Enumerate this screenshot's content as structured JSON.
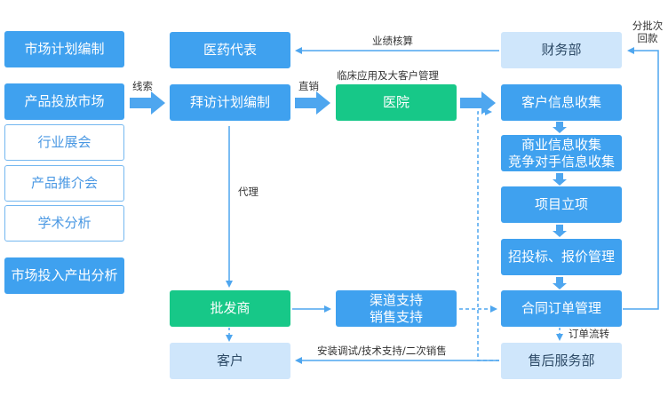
{
  "colors": {
    "primary_box": "#3fa1ef",
    "light_box": "#cfe6fb",
    "green_box": "#17c888",
    "arrow": "#4ea6ef"
  },
  "boxes": {
    "market_plan": "市场计划编制",
    "product_market": "产品投放市场",
    "industry_expo": "行业展会",
    "product_promo": "产品推介会",
    "academic_analysis": "学术分析",
    "market_roi": "市场投入产出分析",
    "medical_rep": "医药代表",
    "visit_plan": "拜访计划编制",
    "hospital": "医院",
    "wholesaler": "批发商",
    "customer": "客户",
    "channel_support_line1": "渠道支持",
    "channel_support_line2": "销售支持",
    "finance": "财务部",
    "customer_info": "客户信息收集",
    "biz_info_line1": "商业信息收集",
    "biz_info_line2": "竞争对手信息收集",
    "project_setup": "项目立项",
    "bidding": "招投标、报价管理",
    "contract": "合同订单管理",
    "after_sales": "售后服务部"
  },
  "labels": {
    "leads": "线索",
    "direct_sales": "直销",
    "agency": "代理",
    "performance_check": "业绩核算",
    "clinical": "临床应用及大客户管理",
    "batch_payback": "分批次回款",
    "order_flow": "订单流转",
    "install_support": "安装调试/技术支持/二次销售"
  }
}
